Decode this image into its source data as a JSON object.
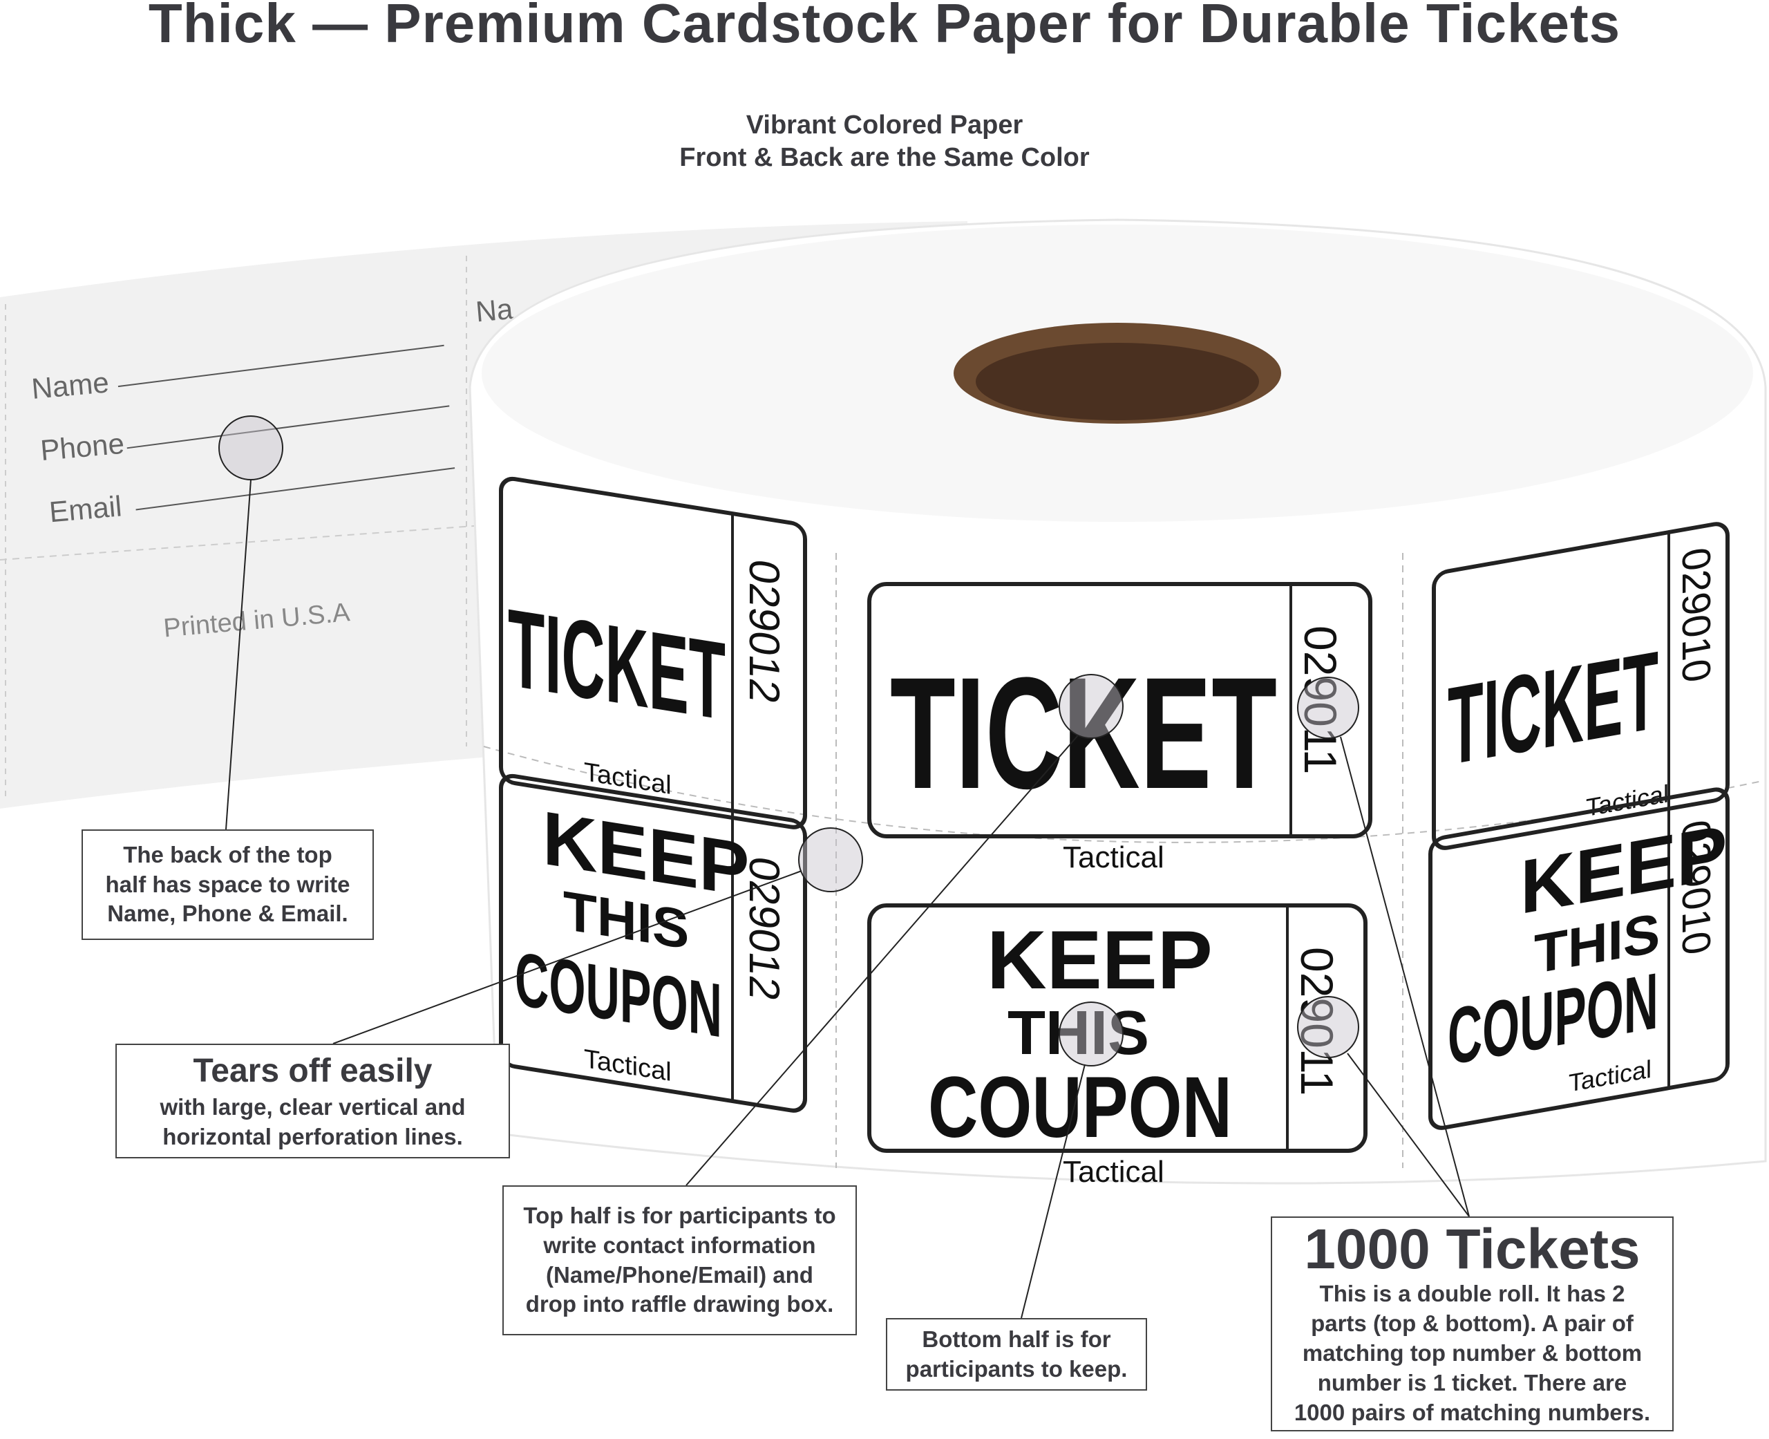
{
  "title": "Thick — Premium Cardstock Paper for Durable Tickets",
  "subtitle": [
    "Vibrant Colored Paper",
    "Front & Back are the Same Color"
  ],
  "strip": {
    "name": "Name",
    "phone": "Phone",
    "email": "Email",
    "printed": "Printed in U.S.A",
    "partial": "Na"
  },
  "tickets": {
    "top_word": "TICKET",
    "bottom_words": [
      "KEEP",
      "THIS",
      "COUPON"
    ],
    "brand": "Tactical",
    "numbers": [
      "029012",
      "029011",
      "029010"
    ]
  },
  "callouts": {
    "back": [
      "The back of the top",
      "half has space to write",
      "Name, Phone & Email."
    ],
    "tears": {
      "heading": "Tears off easily",
      "lines": [
        "with large, clear vertical and",
        "horizontal perforation lines."
      ]
    },
    "top_half": [
      "Top half is for participants to",
      "write contact information",
      "(Name/Phone/Email) and",
      "drop into raffle drawing box."
    ],
    "bottom_half": [
      "Bottom half is for",
      "participants to keep."
    ],
    "count": {
      "heading": "1000 Tickets",
      "lines": [
        "This is a double roll. It has 2",
        "parts (top & bottom). A pair of",
        "matching top number & bottom",
        "number is 1 ticket. There are",
        "1000 pairs of matching numbers."
      ]
    }
  },
  "colors": {
    "text": "#3a3a3f",
    "paper": "#ffffff",
    "strip": "#f1f1f1",
    "core": "#6b4a30"
  }
}
